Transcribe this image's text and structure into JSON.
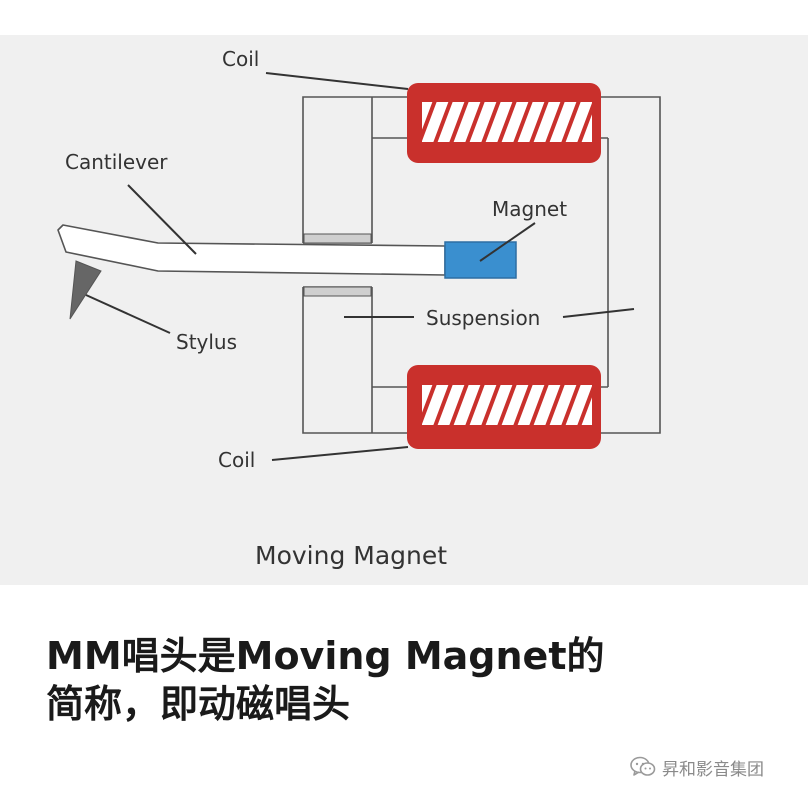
{
  "diagram": {
    "labels": {
      "coil_top": "Coil",
      "cantilever": "Cantilever",
      "magnet": "Magnet",
      "suspension": "Suspension",
      "stylus": "Stylus",
      "coil_bottom": "Coil"
    },
    "caption": "Moving Magnet",
    "colors": {
      "panel_background": "#f0f0f0",
      "frame": "#555555",
      "coil": "#c9302c",
      "magnet": "#3a8fcf",
      "stylus": "#666666"
    }
  },
  "headline": {
    "line1": "MM唱头是Moving Magnet的",
    "line2": "简称，即动磁唱头"
  },
  "watermark": {
    "icon": "wechat-icon",
    "text": "昇和影音集团"
  }
}
